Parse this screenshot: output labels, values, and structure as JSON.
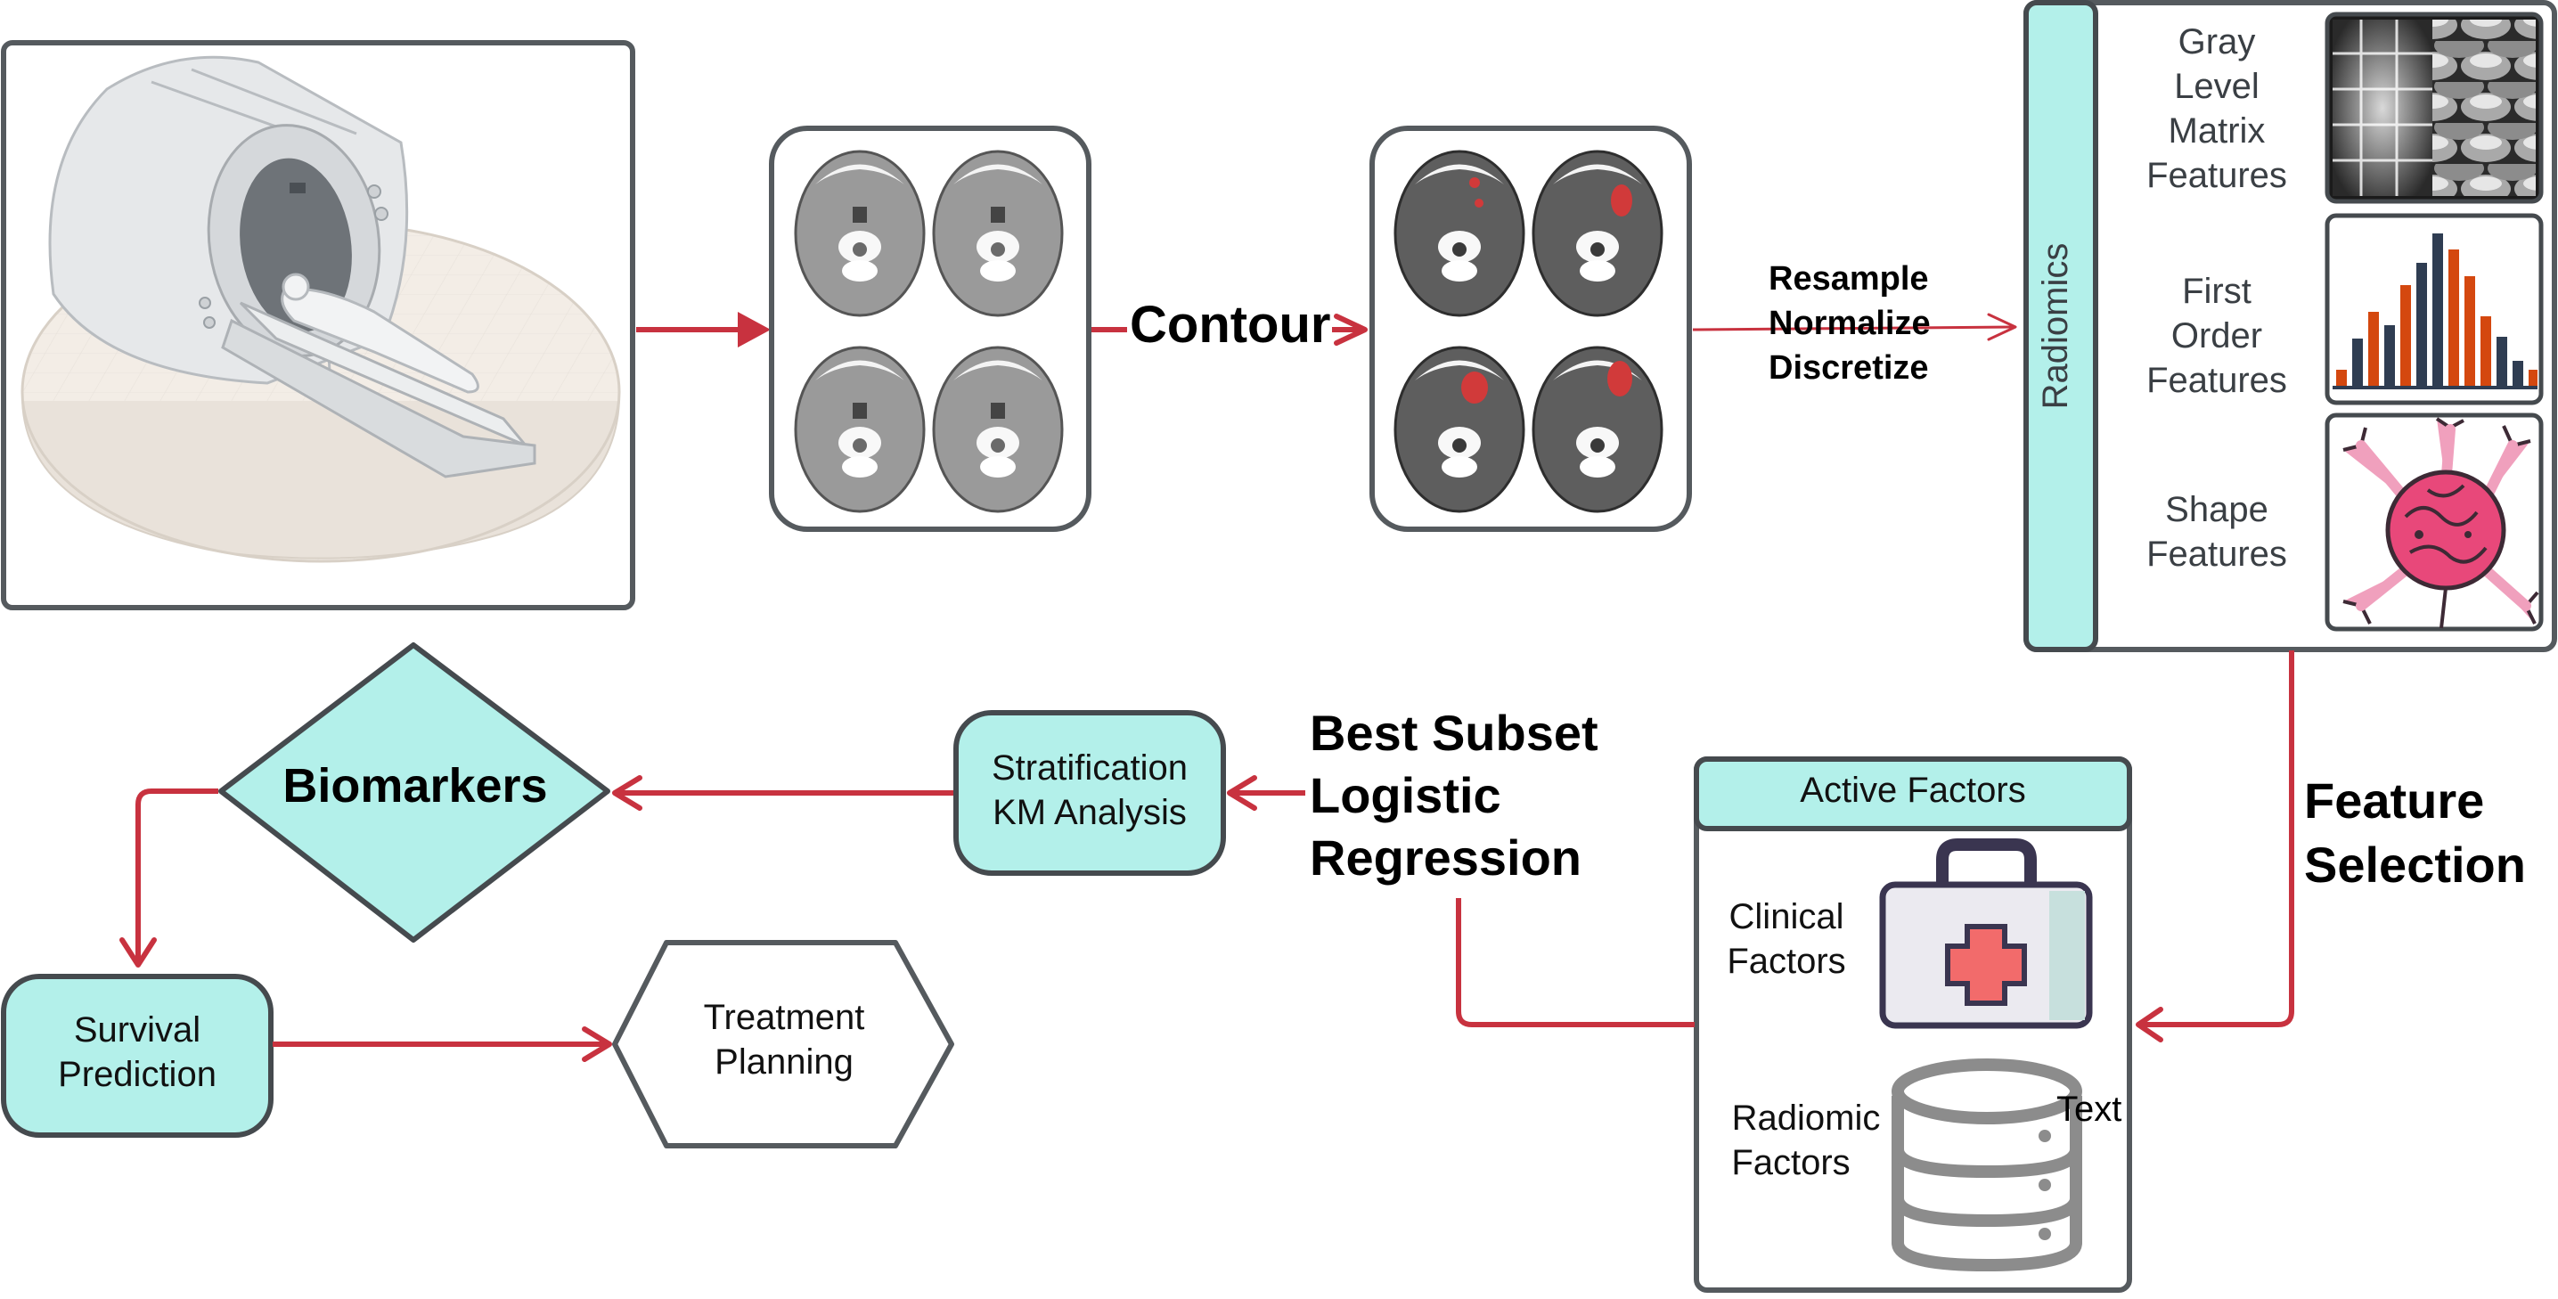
{
  "pipeline": {
    "contour_label": "Contour",
    "preprocess": [
      "Resample",
      "Normalize",
      "Discretize"
    ],
    "radiomics_label": "Radiomics",
    "features": {
      "gray_level": [
        "Gray",
        "Level",
        "Matrix",
        "Features"
      ],
      "first_order": [
        "First",
        "Order",
        "Features"
      ],
      "shape": [
        "Shape",
        "Features"
      ]
    },
    "feature_selection": [
      "Feature",
      "Selection"
    ],
    "active_factors": {
      "title": "Active Factors",
      "clinical": [
        "Clinical",
        "Factors"
      ],
      "radiomic": [
        "Radiomic",
        "Factors"
      ],
      "stray_text": "Text"
    },
    "model_label": [
      "Best Subset",
      "Logistic",
      "Regression"
    ],
    "stratification": [
      "Stratification",
      "KM Analysis"
    ],
    "biomarkers": "Biomarkers",
    "survival": [
      "Survival",
      "Prediction"
    ],
    "treatment": [
      "Treatment",
      "Planning"
    ]
  },
  "colors": {
    "arrow": "#c8323f",
    "teal": "#b3f0ea",
    "border": "#555a5e",
    "histogram_orange": "#d4480f",
    "histogram_navy": "#2f3d52",
    "shape_pink": "#e8487a"
  },
  "icons": [
    "ct-scanner-image",
    "ct-slices-image",
    "contoured-ct-slices-image",
    "texture-image",
    "histogram-icon",
    "tumor-icon",
    "first-aid-kit-icon",
    "database-icon"
  ]
}
